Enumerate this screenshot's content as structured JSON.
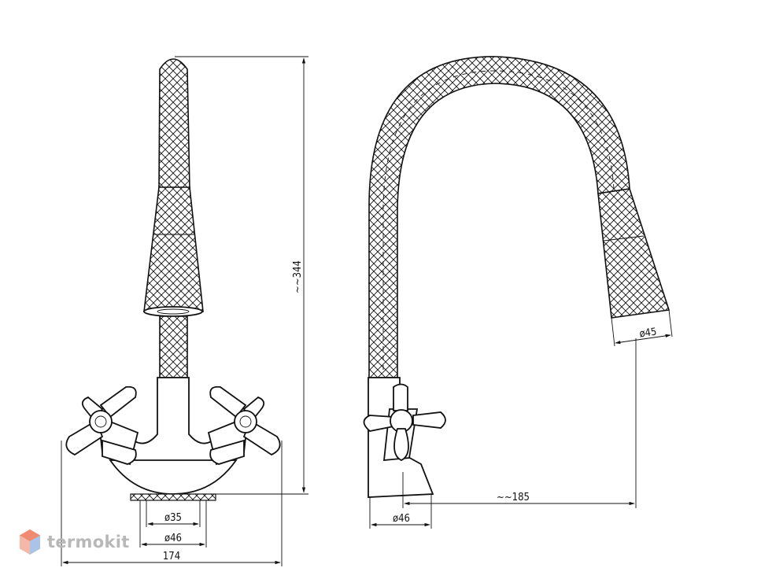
{
  "dimensions": {
    "height_label": "~~344",
    "reach_label": "~~185",
    "spout_outlet_label": "ø45",
    "base_diameter_front_label": "ø46",
    "base_diameter_side_label": "ø46",
    "hole_diameter_label": "ø35",
    "overall_width_label": "174"
  },
  "watermark": {
    "brand": "termokit"
  }
}
